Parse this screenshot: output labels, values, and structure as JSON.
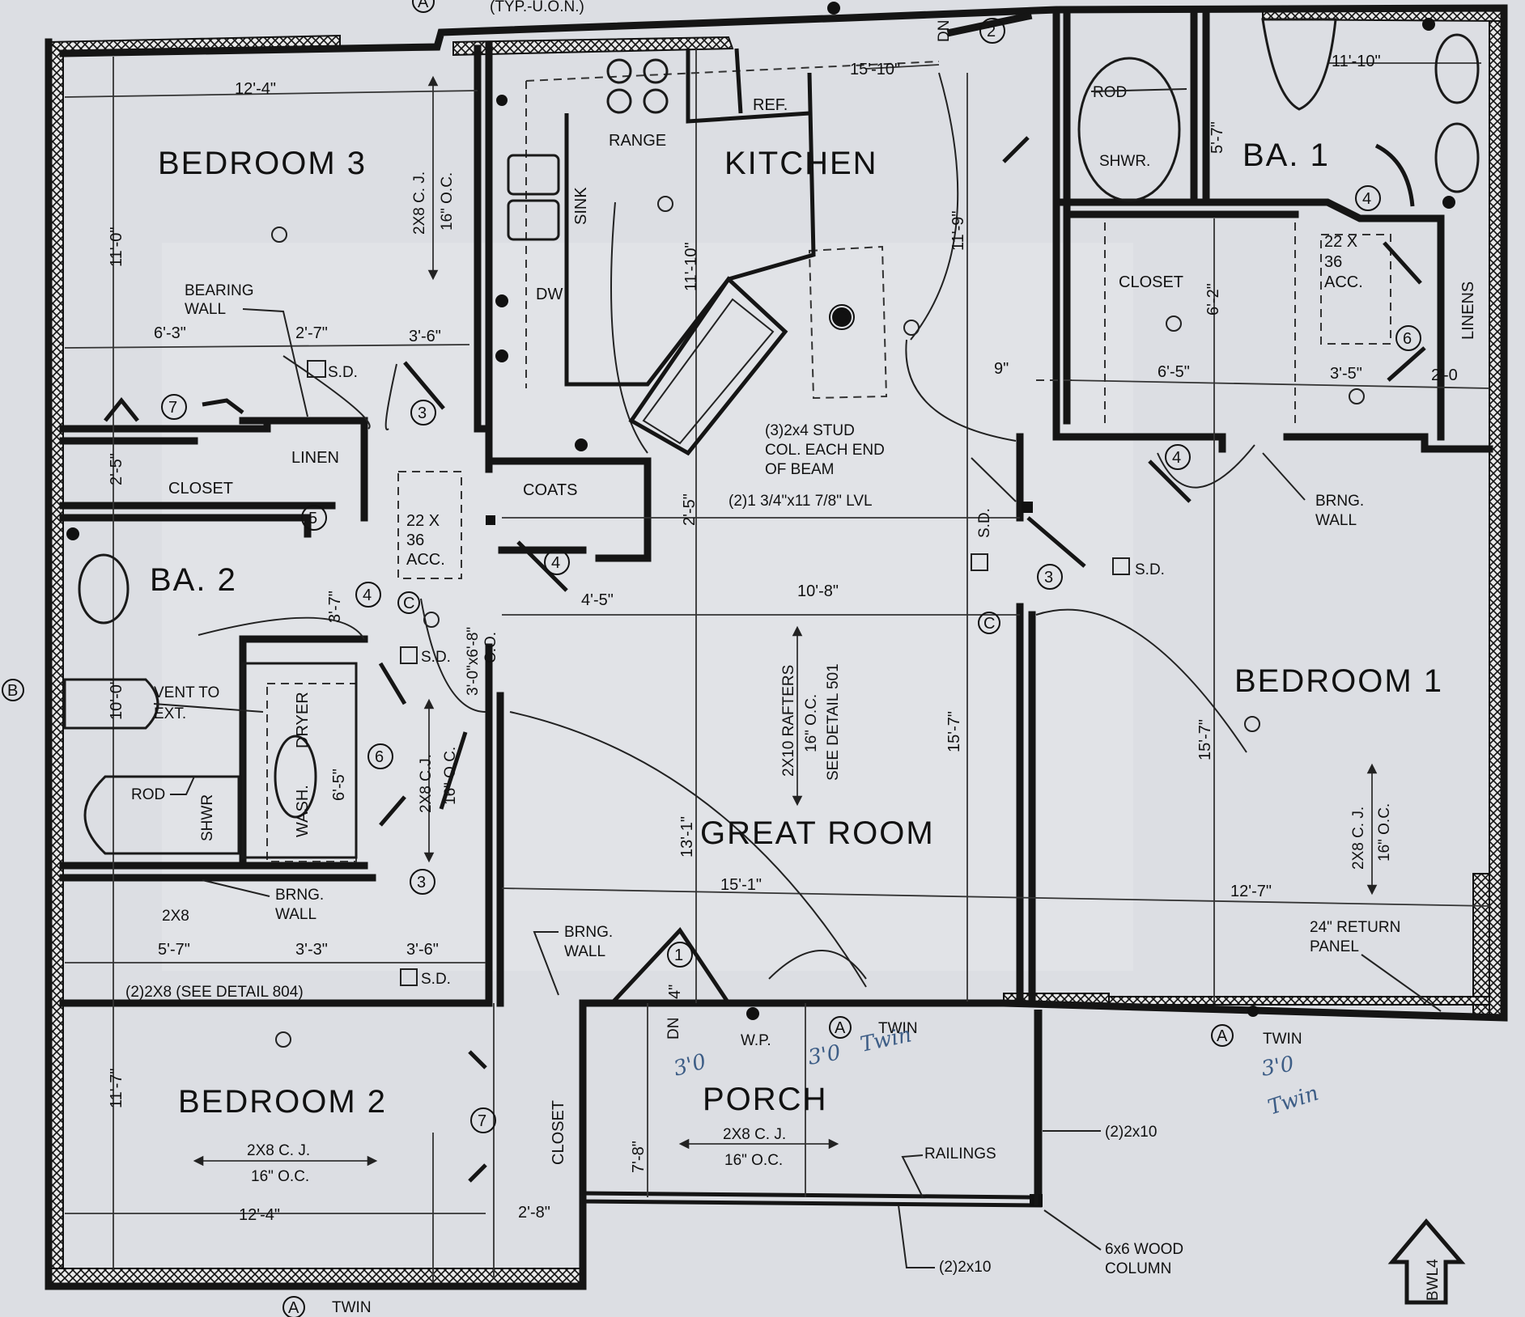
{
  "rooms": {
    "bedroom3": "BEDROOM 3",
    "kitchen": "KITCHEN",
    "ba1": "BA. 1",
    "ba2": "BA. 2",
    "bedroom1": "BEDROOM 1",
    "great_room": "GREAT ROOM",
    "bedroom2": "BEDROOM 2",
    "porch": "PORCH"
  },
  "spaces": {
    "closet": "CLOSET",
    "linen": "LINEN",
    "coats": "COATS",
    "linens": "LINENS",
    "dryer": "DRYER",
    "wash": "WASH.",
    "range": "RANGE",
    "ref": "REF.",
    "sink": "SINK",
    "dw": "DW",
    "rod": "ROD",
    "shwr": "SHWR.",
    "shwr_cap": "SHWR"
  },
  "notes": {
    "typ": "(TYP.-U.O.N.)",
    "bearing": "BEARING",
    "wall": "WALL",
    "brng": "BRNG.",
    "sd": "S.D.",
    "dn": "DN",
    "acc_22": "22 X",
    "acc_36": "36",
    "acc_acc": "ACC.",
    "stud_1": "(3)2x4 STUD",
    "stud_2": "COL. EACH END",
    "stud_3": "OF BEAM",
    "lvl": "(2)1 3/4\"x11 7/8\" LVL",
    "cj_2x8": "2X8 C.J.",
    "cj_2x8_b": "2X8 C. J.",
    "oc16": "16\" O.C.",
    "rafters": "2X10 RAFTERS",
    "see501": "SEE DETAIL 501",
    "see804": "(2)2X8 (SEE DETAIL 804)",
    "vent_to": "VENT TO",
    "ext": "EXT.",
    "co": "C.O.",
    "co_size": "3'-0\"x6'-8\"",
    "twin": "TWIN",
    "wp": "W.P.",
    "railings": "RAILINGS",
    "dbl2x10": "(2)2x10",
    "col1": "6x6 WOOD",
    "col2": "COLUMN",
    "ret1": "24\" RETURN",
    "ret2": "PANEL",
    "bwl4": "BWL4",
    "size2x8": "2X8"
  },
  "tags": {
    "A": "A",
    "B": "B",
    "C": "C",
    "t1": "1",
    "t2": "2",
    "t3": "3",
    "t4": "4",
    "t5": "5",
    "t6": "6",
    "t7": "7"
  },
  "dims": {
    "d_12_4": "12'-4\"",
    "d_11_0": "11'-0\"",
    "d_6_3": "6'-3\"",
    "d_2_7": "2'-7\"",
    "d_3_6": "3'-6\"",
    "d_2_5": "2'-5\"",
    "d_15_10": "15'-10\"",
    "d_11_10v": "11'-10\"",
    "d_11_9": "11'-9\"",
    "d_11_10h": "11'-10\"",
    "d_5_7v": "5'-7\"",
    "d_6_2": "6'-2\"",
    "d_6_5": "6'-5\"",
    "d_9": "9\"",
    "d_3_5": "3'-5\"",
    "d_2_0": "2'-0",
    "d_4_5": "4'-5\"",
    "d_10_8": "10'-8\"",
    "d_3_7": "3'-7\"",
    "d_10_0": "10'-0\"",
    "d_6_5v": "6'-5\"",
    "d_15_7a": "15'-7\"",
    "d_15_7b": "15'-7\"",
    "d_13_1": "13'-1\"",
    "d_15_1": "15'-1\"",
    "d_12_7": "12'-7\"",
    "d_5_7": "5'-7\"",
    "d_3_3": "3'-3\"",
    "d_11_7": "11'-7\"",
    "d_2_8": "2'-8\"",
    "d_7_8": "7'-8\"",
    "d_4": "4\"",
    "d_2_5v": "2'-5\""
  },
  "handwriting": {
    "h1": "3'0",
    "h2": "3'0",
    "h3": "Twin",
    "h4": "3'0",
    "h5": "Twin"
  }
}
